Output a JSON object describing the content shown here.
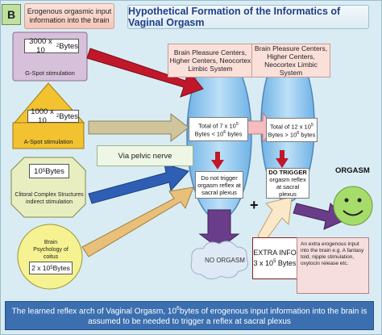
{
  "panel_label": "B",
  "title": "Hypothetical Formation of the Informatics of Vaginal Orgasm",
  "input_note": "Erogenous orgasmic input information into the brain",
  "sources": [
    {
      "bytes_base": "3000 x 10",
      "bytes_exp": "2",
      "bytes_unit": " Bytes",
      "caption": "G-Spot stimulation"
    },
    {
      "bytes_base": "1000 x 10",
      "bytes_exp": "2",
      "bytes_unit": " Bytes",
      "caption": "A-Spot stimulation"
    },
    {
      "bytes_base": "10",
      "bytes_exp": "5",
      "bytes_unit": " Bytes",
      "caption": "Clitoral Complex Structures indirect stimulation"
    },
    {
      "bytes_base": "2 x 10",
      "bytes_exp": "5",
      "bytes_unit": " Bytes",
      "caption": "Brain Psychology of coitus"
    }
  ],
  "pelvic_label": "Via pelvic nerve",
  "brain_left": "Brain Pleasure Centers, Higher Centers, Neocortex Limbic System",
  "brain_right": "Brain Pleasure Centers, Higher Centers, Neocortex Limbic System",
  "total_left": {
    "l1": "Total of 7 x 10",
    "e1": "5",
    "l2": "Bytes < 10",
    "e2": "6",
    "l3": " bytes"
  },
  "total_right": {
    "l1": "Total of 12 x 10",
    "e1": "5",
    "l2": "Bytes > 10",
    "e2": "6",
    "l3": " bytes"
  },
  "reflex_left": "Do not trigger orgasm reflex at sacral plexus",
  "reflex_right_head": "DO TRIGGER",
  "reflex_right": "orgasm reflex at sacral plexus",
  "no_orgasm": "NO ORGASM",
  "orgasm": "ORGASM",
  "plus": "+",
  "extra_info": {
    "head": "EXTRA INFO",
    "base": "3 x 10",
    "exp": "5",
    "unit": " Bytes"
  },
  "extra_note": "An extra erogenous input into the brain e.g. A fantasy told, nipple stimulation, oxytocin release etc.",
  "footer": {
    "p1": "The learned reflex  arch of Vaginal Orgasm, 10",
    "exp": "6",
    "p2": "bytes of erogenous input information into the brain is assumed to be needed to trigger a reflex at sacral plexus"
  },
  "colors": {
    "accent": "#3b6fb0",
    "ellipse": "#8ec8ef",
    "arrow_red": "#c0182a",
    "arrow_purple": "#6a3d8a",
    "smiley": "#a6dc6a"
  }
}
